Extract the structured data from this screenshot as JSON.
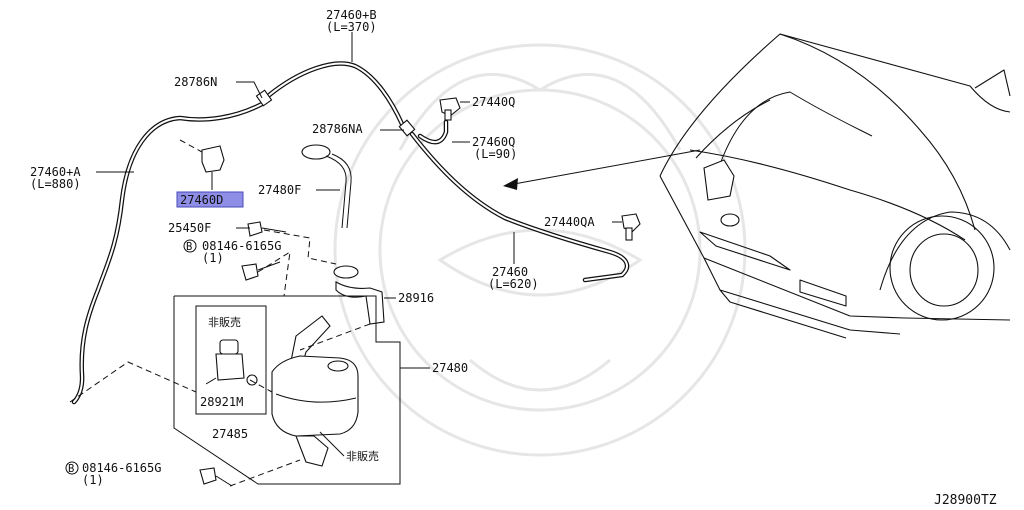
{
  "labels": {
    "hose_b": "27460+B",
    "hose_b_len": "(L=370)",
    "grommet_n": "28786N",
    "grommet_na": "28786NA",
    "nozzle_q": "27440Q",
    "hose_q": "27460Q",
    "hose_q_len": "(L=90)",
    "hose_a": "27460+A",
    "hose_a_len": "(L=880)",
    "connector_d": "27460D",
    "inlet_f": "27480F",
    "bolt_f": "25450F",
    "bolt_circle": "B",
    "bolt_1": "08146-6165G",
    "bolt_1_qty": "(1)",
    "cap": "28916",
    "nozzle_qa": "27440QA",
    "hose_main": "27460",
    "hose_main_len": "(L=620)",
    "tank": "27480",
    "not_sold_1": "非販売",
    "pump": "28921M",
    "tank_assy": "27485",
    "not_sold_2": "非販売",
    "bolt_2_circle": "B",
    "bolt_2": "08146-6165G",
    "bolt_2_qty": "(1)",
    "diagram_code": "J28900TZ"
  },
  "colors": {
    "line": "#111111",
    "highlight_fill": "#8e8ee6",
    "highlight_border": "#4a4ab8",
    "watermark": "#e6e6e6"
  }
}
